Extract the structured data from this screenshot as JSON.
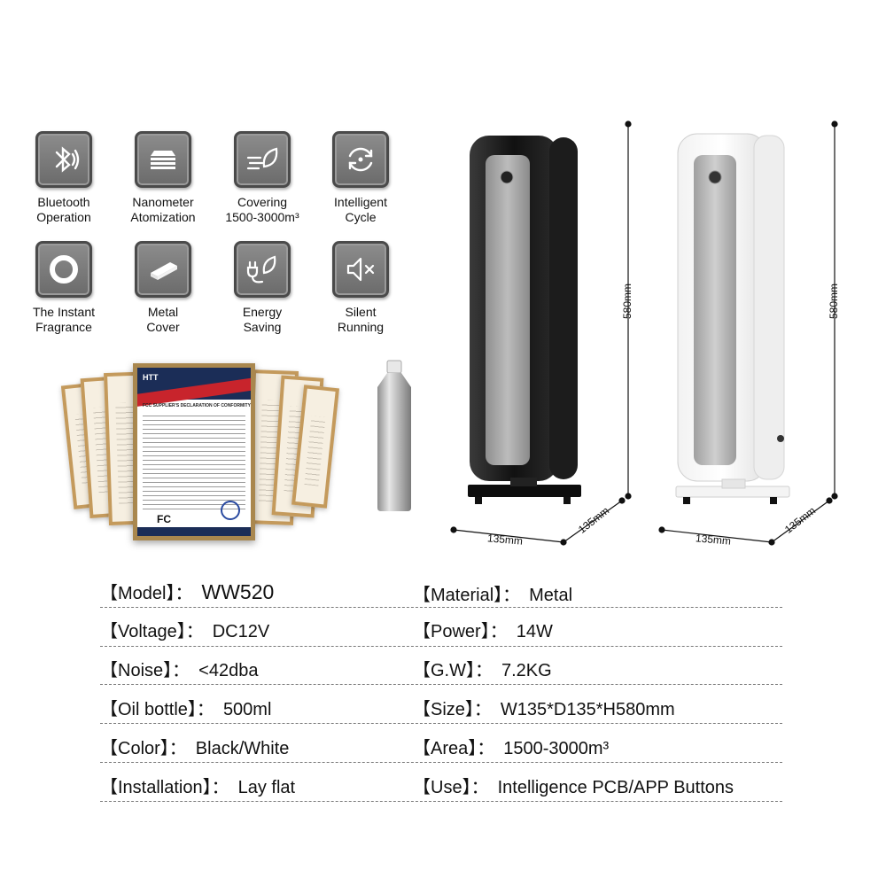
{
  "features": [
    {
      "icon": "bluetooth-icon",
      "label": "Bluetooth\nOperation"
    },
    {
      "icon": "nanometer-icon",
      "label": "Nanometer\nAtomization"
    },
    {
      "icon": "leaf-wind-icon",
      "label": "Covering\n1500-3000m³"
    },
    {
      "icon": "cycle-icon",
      "label": "Intelligent\nCycle"
    },
    {
      "icon": "ring-icon",
      "label": "The Instant\nFragrance"
    },
    {
      "icon": "metal-bar-icon",
      "label": "Metal\nCover"
    },
    {
      "icon": "plug-leaf-icon",
      "label": "Energy\nSaving"
    },
    {
      "icon": "mute-icon",
      "label": "Silent\nRunning"
    }
  ],
  "certificate": {
    "brand": "HTT",
    "title": "FCC SUPPLIER'S DECLARATION OF CONFORMITY",
    "mark": "FC"
  },
  "dimensions": {
    "black_height": "580mm",
    "black_width": "135mm",
    "black_depth": "135mm",
    "white_height": "580mm",
    "white_width": "135mm",
    "white_depth": "135mm"
  },
  "specs": [
    {
      "key": "【Model】：",
      "value": "WW520"
    },
    {
      "key": "【Material】：",
      "value": "Metal"
    },
    {
      "key": "【Voltage】：",
      "value": "DC12V"
    },
    {
      "key": "【Power】：",
      "value": "14W"
    },
    {
      "key": "【Noise】：",
      "value": "<42dba"
    },
    {
      "key": "【G.W】：",
      "value": "7.2KG"
    },
    {
      "key": "【Oil bottle】：",
      "value": "500ml"
    },
    {
      "key": "【Size】：",
      "value": "W135*D135*H580mm"
    },
    {
      "key": "【Color】：",
      "value": "Black/White"
    },
    {
      "key": "【Area】：",
      "value": "1500-3000m³"
    },
    {
      "key": "【Installation】：",
      "value": "Lay flat"
    },
    {
      "key": "【Use】：",
      "value": "Intelligence PCB/APP Buttons"
    }
  ]
}
